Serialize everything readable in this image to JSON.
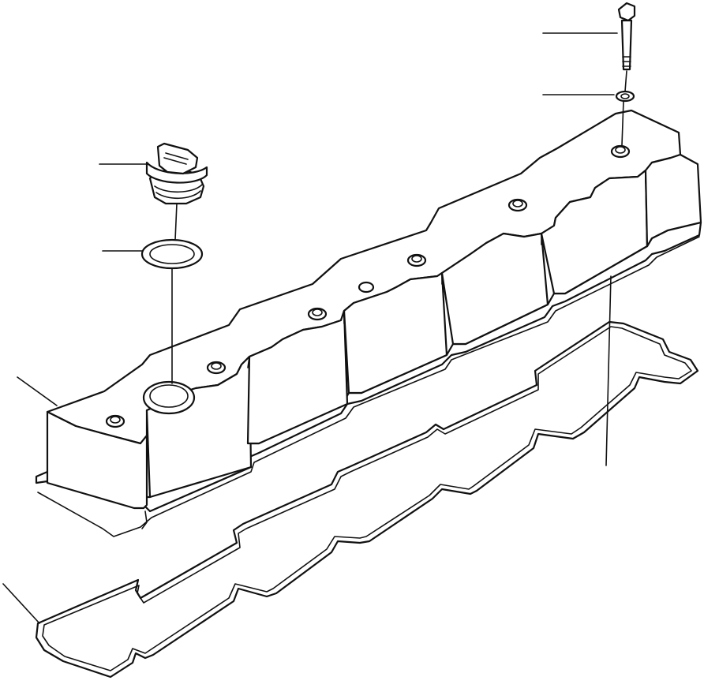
{
  "diagram": {
    "parts": [
      {
        "name": "valve-cover",
        "callout": ""
      },
      {
        "name": "valve-cover-gasket",
        "callout": ""
      },
      {
        "name": "oil-filler-cap",
        "callout": ""
      },
      {
        "name": "filler-cap-o-ring",
        "callout": ""
      },
      {
        "name": "cover-bolt",
        "callout": ""
      },
      {
        "name": "bolt-seal-washer",
        "callout": ""
      }
    ]
  }
}
